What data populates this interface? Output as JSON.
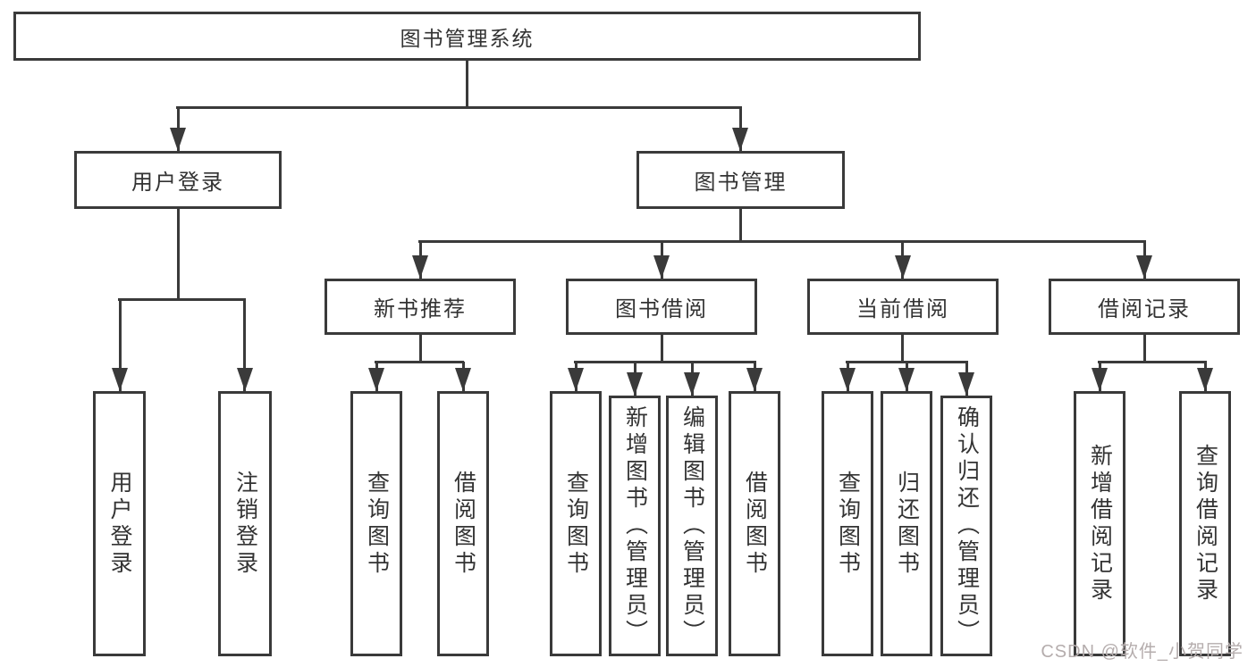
{
  "tree": {
    "root": "图书管理系统",
    "user_login": {
      "label": "用户登录",
      "children": [
        "用户登录",
        "注销登录"
      ]
    },
    "book_mgmt": {
      "label": "图书管理"
    },
    "new_book": {
      "label": "新书推荐",
      "children": [
        "查询图书",
        "借阅图书"
      ]
    },
    "borrow": {
      "label": "图书借阅",
      "children": [
        "查询图书",
        "新增图书（管理员）",
        "编辑图书（管理员）",
        "借阅图书"
      ]
    },
    "current": {
      "label": "当前借阅",
      "children": [
        "查询图书",
        "归还图书",
        "确认归还（管理员）"
      ]
    },
    "records": {
      "label": "借阅记录",
      "children": [
        "新增借阅记录",
        "查询借阅记录"
      ]
    }
  },
  "watermark": "CSDN @软件_小贺同学",
  "colors": {
    "line": "#3a3a3a",
    "box_border": "#3a3a3a",
    "text": "#333333",
    "watermark": "#b5adad",
    "background": "#ffffff"
  }
}
